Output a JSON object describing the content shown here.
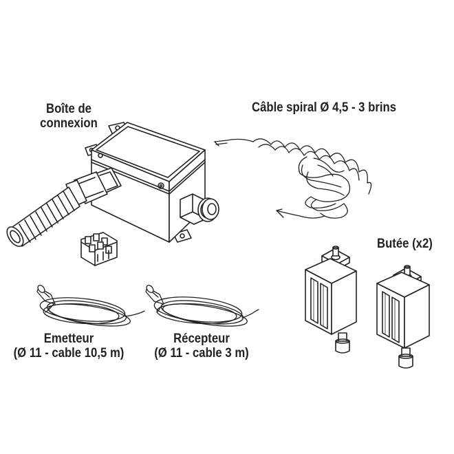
{
  "labels": {
    "boite": {
      "line1": "Boîte de",
      "line2": "connexion"
    },
    "cable_spiral": "Câble spiral Ø 4,5 - 3 brins",
    "butee": "Butée (x2)",
    "emetteur": {
      "line1": "Emetteur",
      "line2": "(Ø 11 - cable 10,5 m)"
    },
    "recepteur": {
      "line1": "Récepteur",
      "line2": "(Ø 11 - cable 3 m)"
    }
  },
  "colors": {
    "ink": "#222222",
    "fill": "#ffffff",
    "shade": "#d8d8d8"
  }
}
